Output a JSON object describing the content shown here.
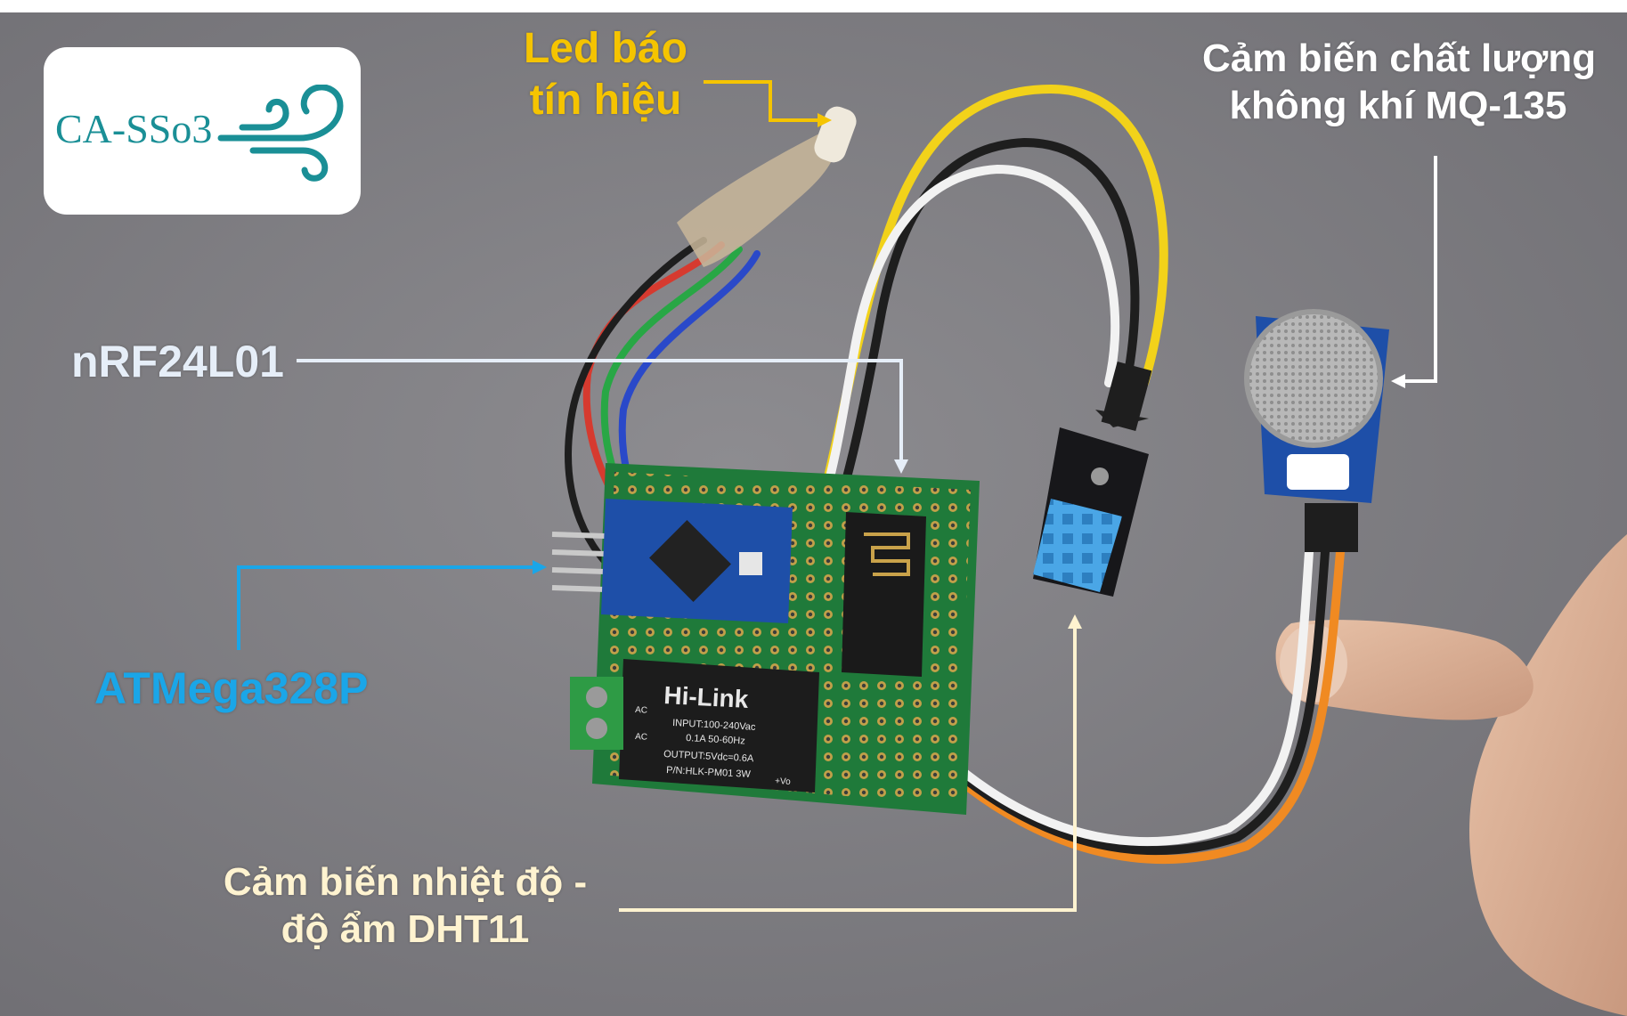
{
  "logo": {
    "text": "CA-SSo3",
    "icon": "wind-icon",
    "color": "#1a8f96"
  },
  "labels": {
    "led": {
      "line1": "Led báo",
      "line2": "tín hiệu",
      "color": "#f5c400"
    },
    "mq135": {
      "line1": "Cảm biến chất lượng",
      "line2": "không khí MQ-135",
      "color": "#ffffff"
    },
    "nrf": {
      "text": "nRF24L01",
      "color": "#e6eef8"
    },
    "atmega": {
      "text": "ATMega328P",
      "color": "#1aa6e8"
    },
    "dht11": {
      "line1": "Cảm biến nhiệt độ -",
      "line2": "độ ẩm DHT11",
      "color": "#fff3d0"
    }
  }
}
